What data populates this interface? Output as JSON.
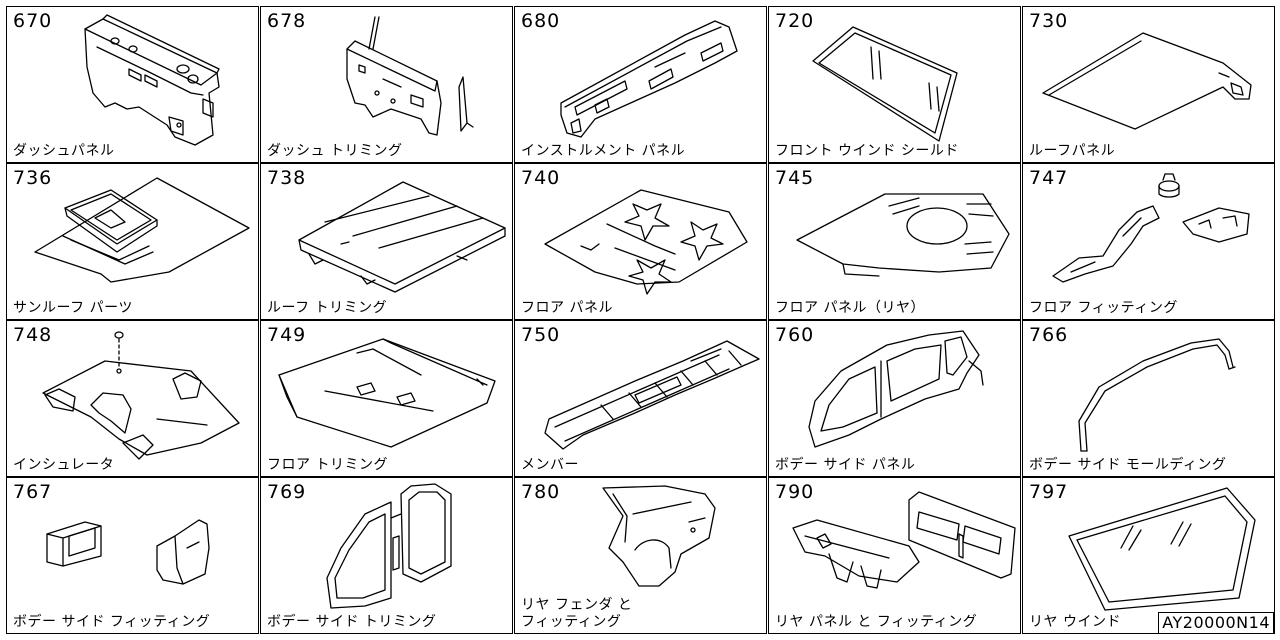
{
  "catalog": {
    "reference": "AY20000N14",
    "parts": [
      {
        "code": "670",
        "label": "ダッシュパネル",
        "icon": "dash-panel-illustration"
      },
      {
        "code": "678",
        "label": "ダッシュ トリミング",
        "icon": "dash-trimming-illustration"
      },
      {
        "code": "680",
        "label": "インストルメント パネル",
        "icon": "instrument-panel-illustration"
      },
      {
        "code": "720",
        "label": "フロント ウインド シールド",
        "icon": "front-windshield-illustration"
      },
      {
        "code": "730",
        "label": "ルーフパネル",
        "icon": "roof-panel-illustration"
      },
      {
        "code": "736",
        "label": "サンルーフ パーツ",
        "icon": "sunroof-parts-illustration"
      },
      {
        "code": "738",
        "label": "ルーフ トリミング",
        "icon": "roof-trimming-illustration"
      },
      {
        "code": "740",
        "label": "フロア パネル",
        "icon": "floor-panel-illustration"
      },
      {
        "code": "745",
        "label": "フロア パネル（リヤ）",
        "icon": "rear-floor-panel-illustration"
      },
      {
        "code": "747",
        "label": "フロア フィッティング",
        "icon": "floor-fitting-illustration"
      },
      {
        "code": "748",
        "label": "インシュレータ",
        "icon": "insulator-illustration"
      },
      {
        "code": "749",
        "label": "フロア トリミング",
        "icon": "floor-trimming-illustration"
      },
      {
        "code": "750",
        "label": "メンバー",
        "icon": "member-frame-illustration"
      },
      {
        "code": "760",
        "label": "ボデー サイド パネル",
        "icon": "body-side-panel-illustration"
      },
      {
        "code": "766",
        "label": "ボデー サイド モールディング",
        "icon": "body-side-molding-illustration"
      },
      {
        "code": "767",
        "label": "ボデー サイド フィッティング",
        "icon": "body-side-fitting-illustration"
      },
      {
        "code": "769",
        "label": "ボデー サイド トリミング",
        "icon": "body-side-trimming-illustration"
      },
      {
        "code": "780",
        "label": "リヤ フェンダ と\nフィッティング",
        "icon": "rear-fender-illustration"
      },
      {
        "code": "790",
        "label": "リヤ パネル と フィッティング",
        "icon": "rear-panel-illustration"
      },
      {
        "code": "797",
        "label": "リヤ ウインド",
        "icon": "rear-window-illustration"
      }
    ]
  }
}
